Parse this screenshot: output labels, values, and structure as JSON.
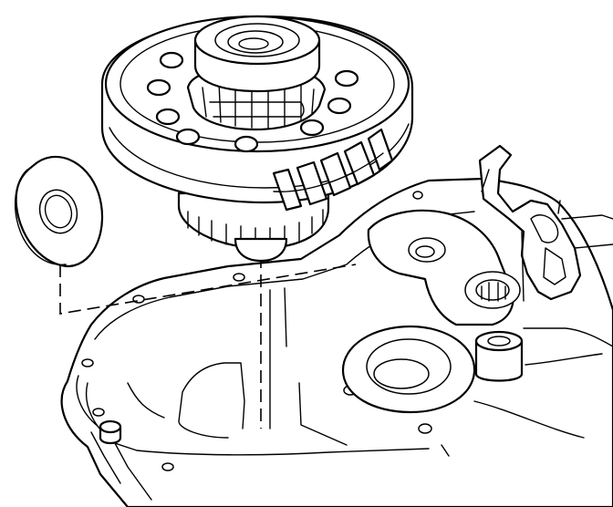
{
  "diagram": {
    "parts": [
      {
        "id": "differential-ring-gear-assembly"
      },
      {
        "id": "differential-side-seal"
      },
      {
        "id": "transaxle-case-half"
      }
    ],
    "colors": {
      "line": "#000000",
      "background": "#ffffff"
    }
  }
}
